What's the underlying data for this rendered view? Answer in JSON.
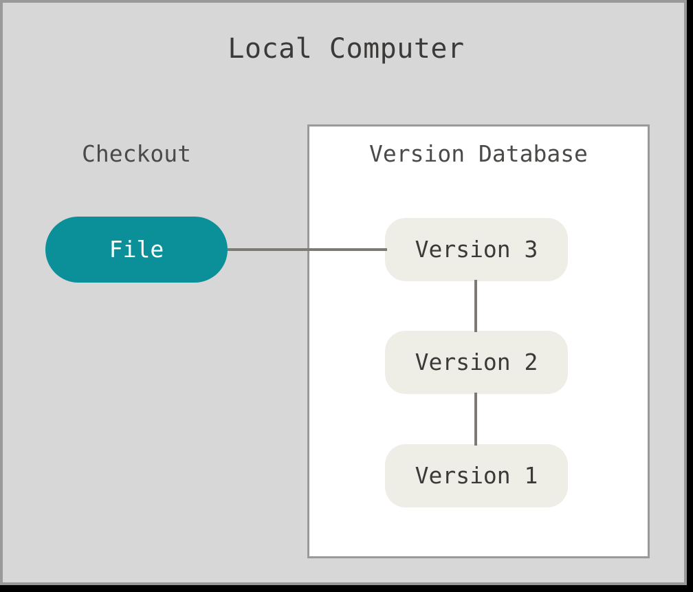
{
  "diagram": {
    "title": "Local Computer",
    "type": "version-control-local-workflow",
    "background_color": "#d7d7d7",
    "border_color": "#999999"
  },
  "checkout": {
    "label": "Checkout",
    "node": {
      "label": "File",
      "fill_color": "#0b9099",
      "text_color": "#ffffff"
    }
  },
  "version_database": {
    "label": "Version Database",
    "panel_fill": "#ffffff",
    "panel_border": "#9a9a9a",
    "node_fill": "#eeede6",
    "node_text_color": "#3b3a38",
    "versions": [
      {
        "label": "Version 3"
      },
      {
        "label": "Version 2"
      },
      {
        "label": "Version 1"
      }
    ]
  },
  "connectors": {
    "color": "#7d7a76",
    "edges": [
      {
        "from": "File",
        "to": "Version 3",
        "orientation": "horizontal"
      },
      {
        "from": "Version 3",
        "to": "Version 2",
        "orientation": "vertical"
      },
      {
        "from": "Version 2",
        "to": "Version 1",
        "orientation": "vertical"
      }
    ]
  }
}
